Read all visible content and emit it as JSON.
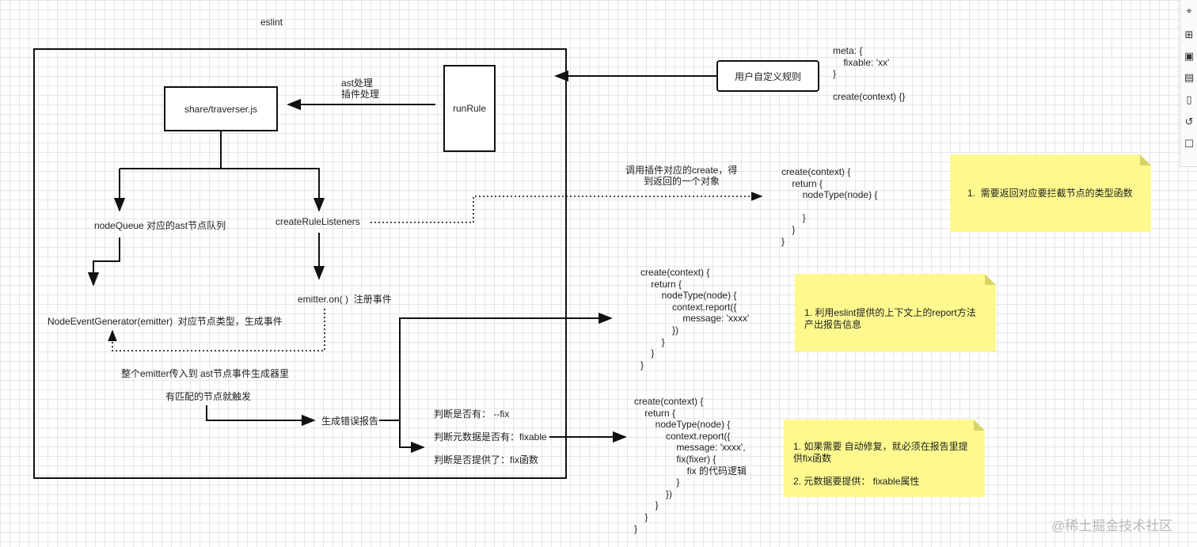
{
  "title": "eslint",
  "nodes": {
    "user_rules": "用户自定义规则",
    "run_rule": "runRule",
    "traverser": "share/traverser.js",
    "ast_label_1": "ast处理",
    "ast_label_2": "插件处理",
    "node_queue": "nodeQueue 对应的ast节点队列",
    "create_rule_listeners": "createRuleListeners",
    "emitter_on": "emitter.on( )  注册事件",
    "node_event_generator": "NodeEventGenerator(emitter)  对应节点类型，生成事件",
    "emitter_pass": "整个emitter传入到 ast节点事件生成器里",
    "match_trigger": "有匹配的节点就触发",
    "gen_report": "生成错误报告",
    "check_fix": "判断是否有： --fix",
    "check_fixable": "判断元数据是否有：fixable",
    "check_fix_fn": "判断是否提供了：fix函数",
    "call_create_1": "调用插件对应的create，得",
    "call_create_2": "到返回的一个对象"
  },
  "code": {
    "meta": "meta: {\n    fixable: 'xx'\n}\n\ncreate(context) {}",
    "create1": "create(context) {\n    return {\n        nodeType(node) {\n\n        }\n    }\n}",
    "create2": "create(context) {\n    return {\n        nodeType(node) {\n            context.report({\n                message: 'xxxx'\n            })\n        }\n    }\n}",
    "create3": "create(context) {\n    return {\n        nodeType(node) {\n            context.report({\n                message: 'xxxx',\n                fix(fixer) {\n                    fix 的代码逻辑\n                }\n            })\n        }\n    }\n}"
  },
  "notes": {
    "note1": "1.  需要返回对应要拦截节点的类型函数",
    "note2": "1. 利用eslint提供的上下文上的report方法产出报告信息",
    "note3_1": "1. 如果需要 自动修复，就必须在报告里提供fix函数",
    "note3_2": "2. 元数据要提供： fixable属性"
  },
  "watermark": "@稀土掘金技术社区",
  "toolbar_icons": [
    "crosshair-icon",
    "format-icon",
    "calendar-icon",
    "layers-icon",
    "page-icon",
    "history-icon",
    "comment-icon"
  ],
  "colors": {
    "note_bg": "#fdf98e",
    "line": "#111111",
    "grid": "#e6e6e6"
  }
}
